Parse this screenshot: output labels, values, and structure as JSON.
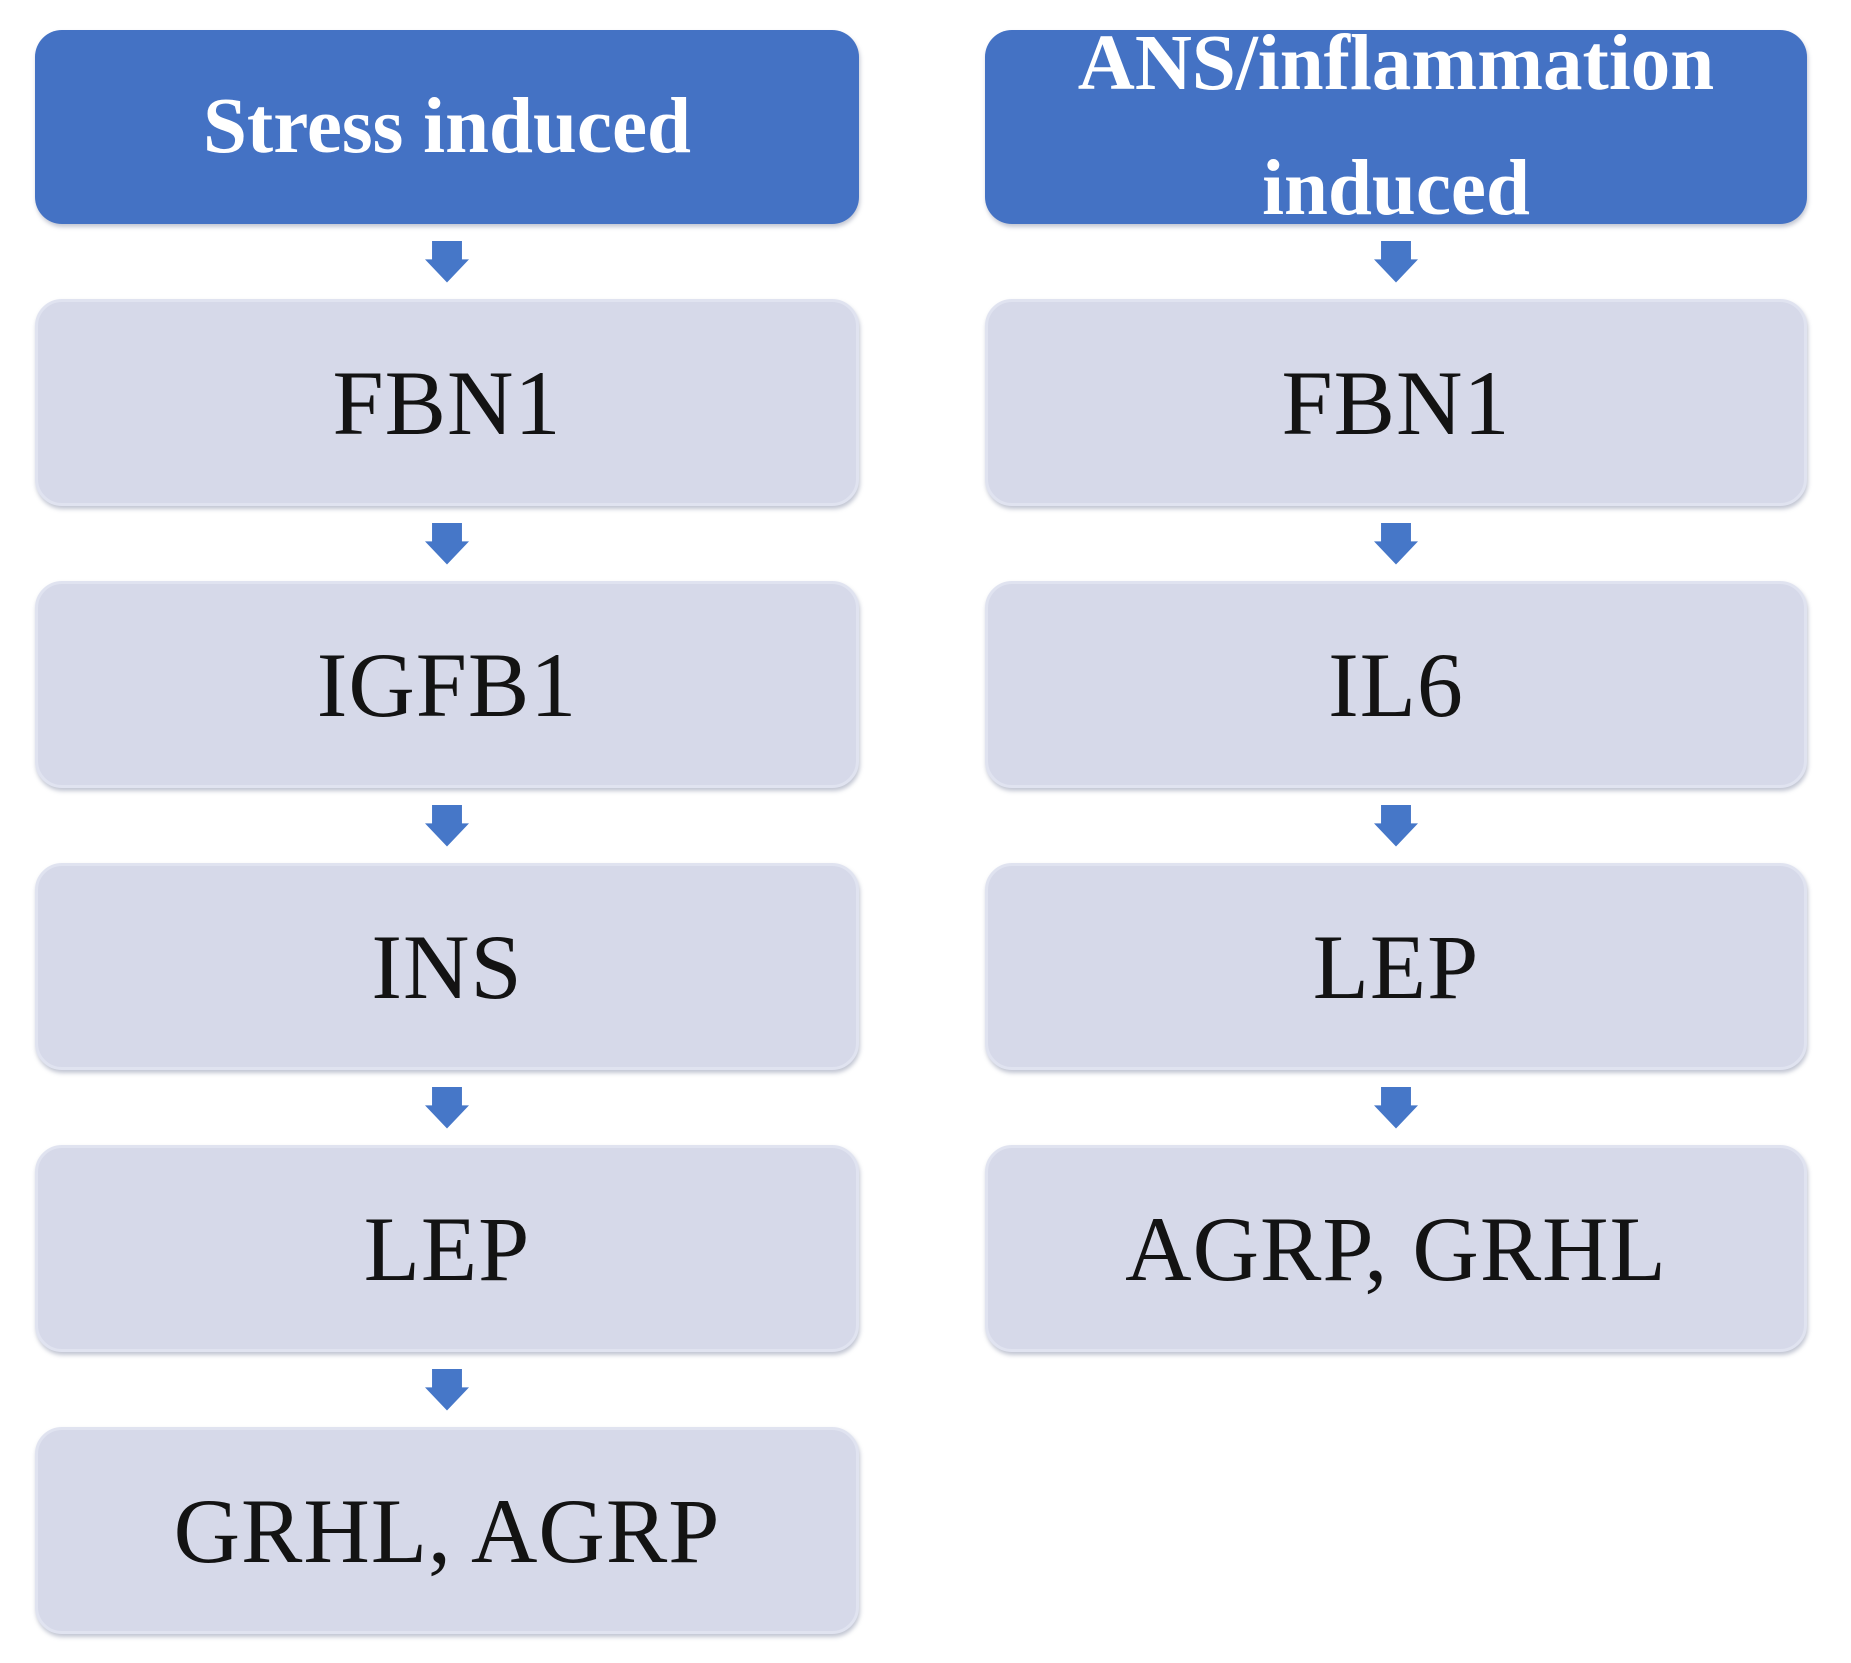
{
  "diagram": {
    "title": "Gene induction pathways flowchart",
    "columns": [
      {
        "id": "stress",
        "header": "Stress induced",
        "nodes": [
          "FBN1",
          "IGFB1",
          "INS",
          "LEP",
          "GRHL, AGRP"
        ]
      },
      {
        "id": "ans-inflammation",
        "header": "ANS/inflammation induced",
        "nodes": [
          "FBN1",
          "IL6",
          "LEP",
          "AGRP, GRHL"
        ]
      }
    ],
    "colors": {
      "header_bg": "#4472C4",
      "header_text": "#FFFFFF",
      "node_bg": "#D6D9E9",
      "node_text": "#131313",
      "arrow": "#4677C8",
      "background": "#FFFFFF"
    },
    "arrow_icon": "down-block-arrow"
  }
}
